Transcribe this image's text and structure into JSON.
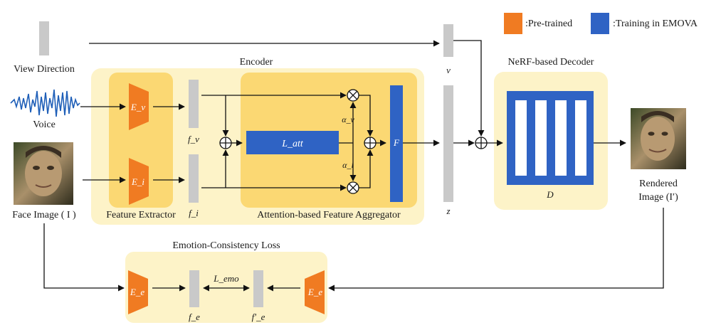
{
  "legend": {
    "pretrained_label": ":Pre-trained",
    "training_label": ":Training in EMOVA",
    "pretrained_color": "#f07b22",
    "training_color": "#2f63c4"
  },
  "inputs": {
    "view_direction": "View Direction",
    "voice": "Voice",
    "face_image": "Face Image ( I )"
  },
  "encoder": {
    "title": "Encoder",
    "feature_extractor": "Feature Extractor",
    "aggregator": "Attention-based Feature Aggregator",
    "voice_encoder": "E_v",
    "image_encoder": "E_i",
    "voice_feature": "f_v",
    "image_feature": "f_i",
    "attention": "L_att",
    "alpha_v": "α_v",
    "alpha_i": "α_i",
    "fused": "F"
  },
  "decoder": {
    "title": "NeRF-based Decoder",
    "label": "D",
    "v_label": "v",
    "z_label": "z"
  },
  "output": {
    "rendered_line1": "Rendered",
    "rendered_line2": "Image (I′)"
  },
  "loss": {
    "title": "Emotion-Consistency Loss",
    "enc_left": "E_e",
    "enc_right": "E_e",
    "feat_left": "f_e",
    "feat_right": "f′_e",
    "loss_label": "L_emo"
  },
  "colors": {
    "outer_panel": "#fdf3c8",
    "inner_panel": "#fbd873",
    "feature_bar": "#c9c9c9",
    "decoder_bar": "#ffffff"
  }
}
